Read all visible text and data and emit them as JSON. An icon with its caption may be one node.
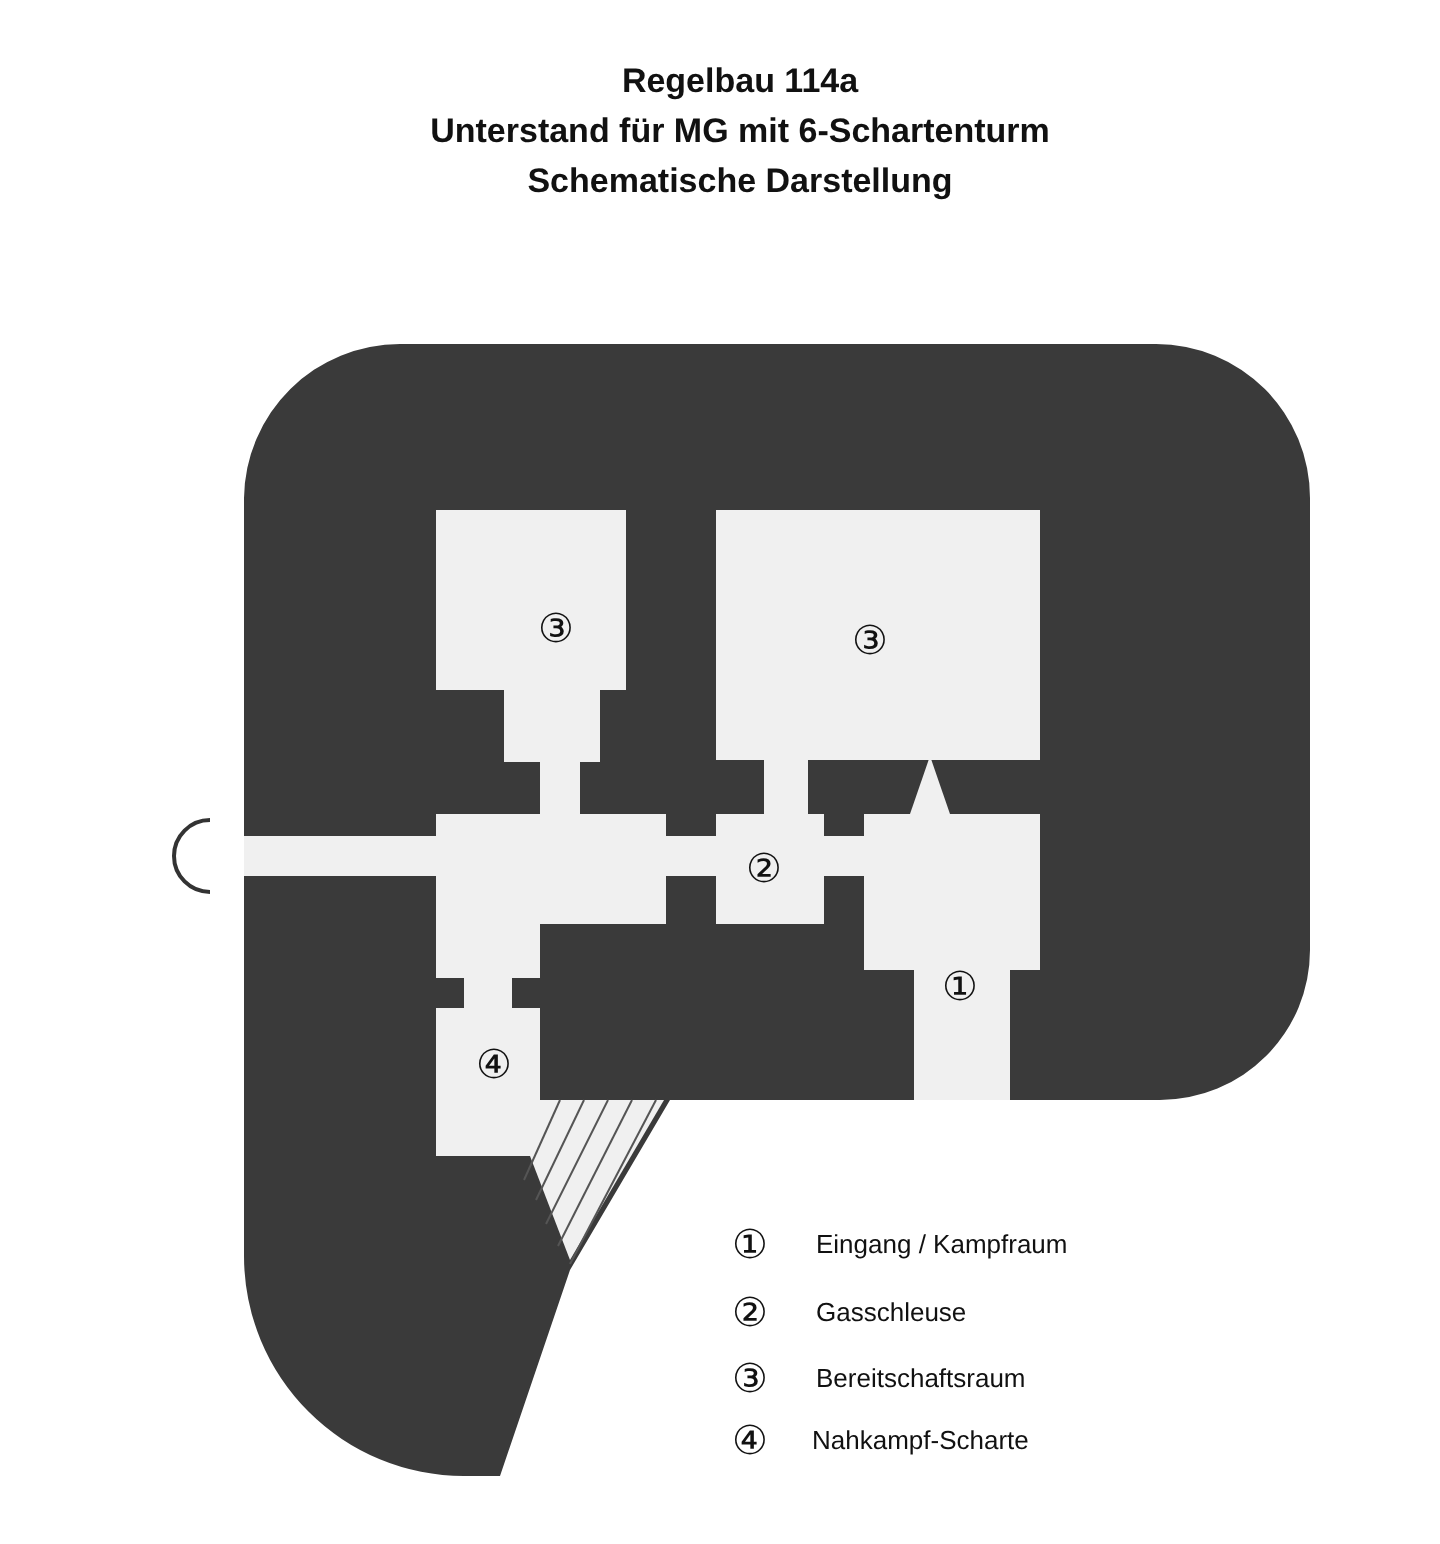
{
  "diagram": {
    "title": "Regelbau 114a",
    "labels": [
      "Unterstand für MG mit 6-Schartenturm",
      "Schematische Darstellung",
      "③",
      "③",
      "②",
      "①",
      "④",
      "①",
      "Eingang / Kampfraum",
      "②",
      "Gasschleuse",
      "③",
      "Bereitschaftsraum",
      "④",
      "Nahkampf-Scharte"
    ]
  }
}
